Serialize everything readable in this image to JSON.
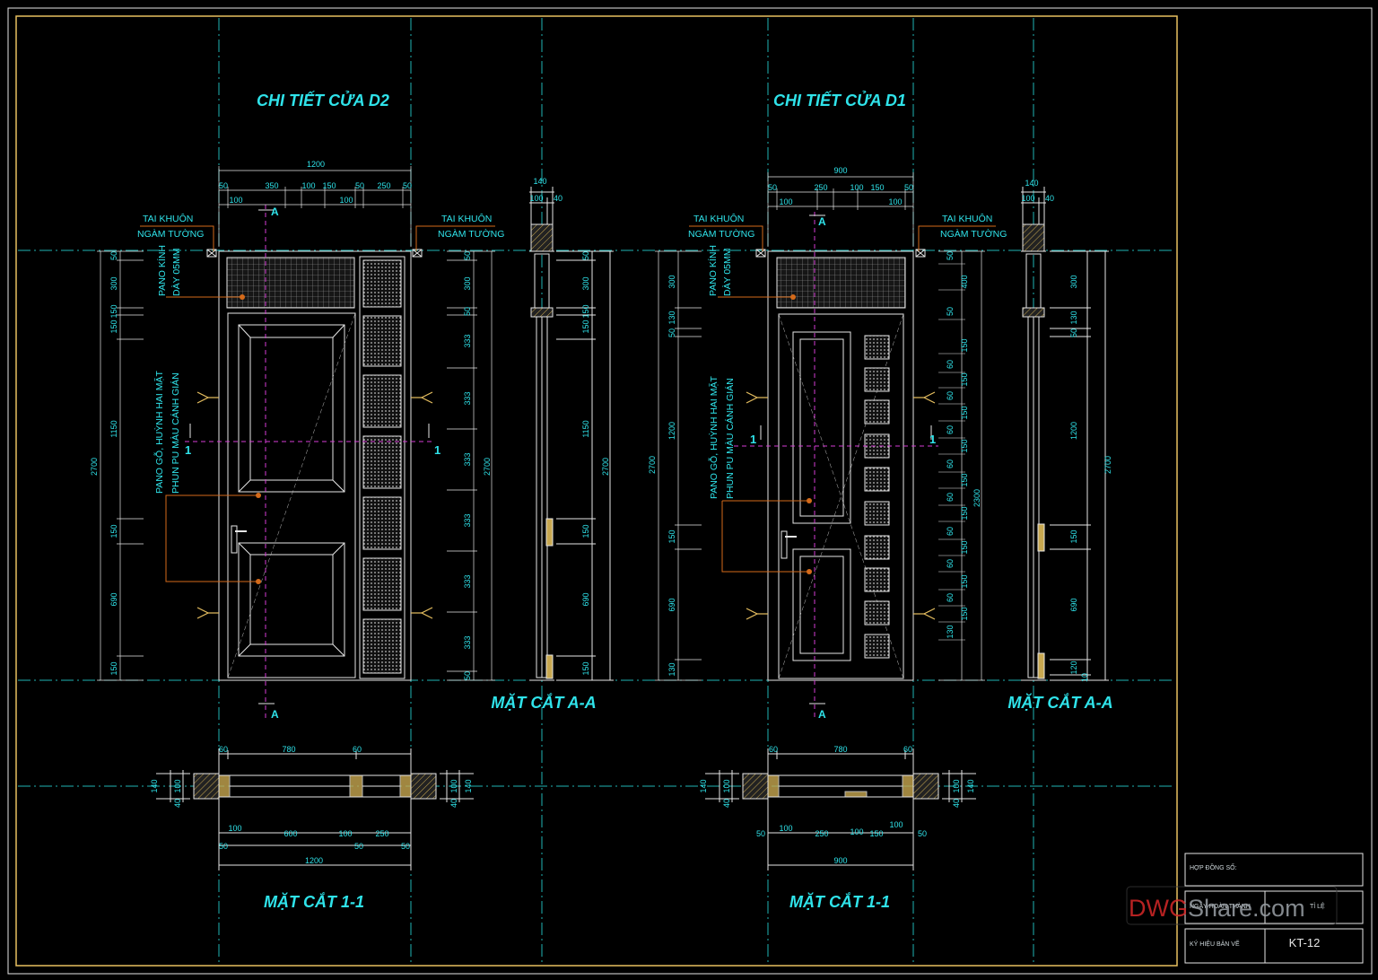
{
  "drawing": {
    "title_d2": "CHI TIẾT CỬA D2",
    "title_d1": "CHI TIẾT CỬA D1",
    "section_aa": "MẶT CẮT A-A",
    "section_11": "MẶT CẮT 1-1",
    "mark_a": "A",
    "mark_1": "1"
  },
  "annotations": {
    "frame_line1": "TAI KHUÔN",
    "frame_line2": "NGÀM TƯỜNG",
    "glass_line1": "PANO KÍNH",
    "glass_line2": "DÀY 05MM",
    "wood_line1": "PANO GỖ, HUỲNH HAI MẶT",
    "wood_line2": "PHUN PU MÀU CÁNH GIÁN"
  },
  "dims_d2": {
    "total_w": "1200",
    "top": [
      "50",
      "350",
      "100",
      "150",
      "50",
      "250",
      "50"
    ],
    "top2": [
      "100",
      "100"
    ],
    "left": [
      "50",
      "300",
      "150",
      "150",
      "1150",
      "150",
      "690",
      "150"
    ],
    "left_total": "2700",
    "right": [
      "50",
      "300",
      "50",
      "333",
      "333",
      "333",
      "333",
      "333",
      "333",
      "50"
    ],
    "right_total": "2700",
    "sec_w": "140",
    "sec_parts": [
      "100",
      "40"
    ],
    "sec_right": [
      "50",
      "300",
      "150",
      "150",
      "1150",
      "150",
      "690",
      "150"
    ],
    "sec_total": "2700",
    "plan_top": [
      "60",
      "780",
      "60"
    ],
    "plan_bottom": [
      "100",
      "600",
      "100",
      "250"
    ],
    "plan_bottom2": [
      "50",
      "50",
      "50"
    ],
    "plan_total": "1200",
    "plan_side": [
      "140",
      "100",
      "40"
    ]
  },
  "dims_d1": {
    "total_w": "900",
    "top": [
      "50",
      "250",
      "100",
      "150",
      "50"
    ],
    "top2": [
      "100",
      "100"
    ],
    "left": [
      "300",
      "130",
      "50",
      "1200",
      "150",
      "690",
      "130"
    ],
    "left_total": "2700",
    "right": [
      "50",
      "400",
      "50",
      "150",
      "60",
      "150",
      "60",
      "150",
      "60",
      "150",
      "60",
      "150",
      "60",
      "150",
      "60",
      "150",
      "60",
      "150",
      "60",
      "150",
      "130"
    ],
    "right_mid": "2300",
    "sec_w": "140",
    "sec_parts": [
      "100",
      "40"
    ],
    "sec_right": [
      "300",
      "130",
      "50",
      "1200",
      "150",
      "690",
      "120",
      "10"
    ],
    "sec_total": "2700",
    "plan_top": [
      "60",
      "780",
      "60"
    ],
    "plan_bottom": [
      "100",
      "250",
      "100",
      "150",
      "100"
    ],
    "plan_bottom2": [
      "50",
      "50"
    ],
    "plan_total": "900",
    "plan_side": [
      "140",
      "100",
      "40"
    ]
  },
  "title_block": {
    "contract_label": "HỢP ĐỒNG SỐ:",
    "date_label": "NGÀY HOÀN THÀNH",
    "scale_label": "TỈ LỆ",
    "sheet_label": "KÝ HIỆU BẢN VẼ",
    "sheet_no": "KT-12"
  },
  "watermark": {
    "part1": "DWG",
    "part2": "Share",
    "part3": ".com"
  },
  "colors": {
    "background": "#000000",
    "line": "#e6e6e6",
    "text": "#2fe3ea",
    "border": "#e8c060",
    "axis": "#1fb5b5",
    "centerline": "#d43cd4",
    "leader": "#d46a1a",
    "hatch": "#c8c8c8"
  }
}
